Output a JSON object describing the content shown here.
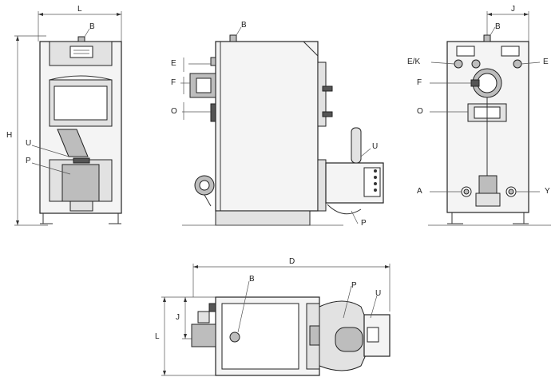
{
  "front_view": {
    "width_label": "L",
    "height_label": "H",
    "top_label": "B",
    "burner_label": "U",
    "pellet_label": "P"
  },
  "side_view": {
    "top_label": "B",
    "conn_e_label": "E",
    "conn_f_label": "F",
    "conn_o_label": "O",
    "burner_label": "U",
    "pellet_label": "P"
  },
  "rear_view": {
    "width_label": "J",
    "top_label": "B",
    "conn_ek_label": "E/K",
    "conn_e_label": "E",
    "conn_f_label": "F",
    "conn_o_label": "O",
    "conn_a_label": "A",
    "conn_y_label": "Y"
  },
  "top_view": {
    "depth_label": "D",
    "top_label": "B",
    "width_label": "L",
    "width_j_label": "J",
    "pellet_label": "P",
    "burner_label": "U"
  }
}
